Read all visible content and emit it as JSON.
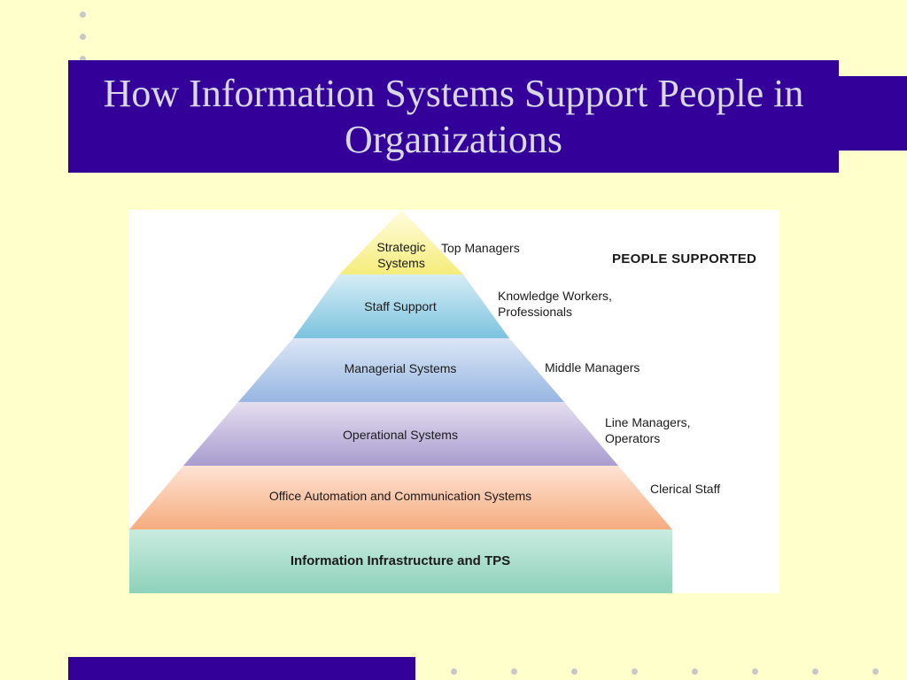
{
  "slide": {
    "title": "How Information Systems Support People in Organizations"
  },
  "diagram": {
    "header": "PEOPLE SUPPORTED",
    "levels": [
      {
        "system": "Strategic Systems",
        "people": "Top Managers",
        "color": "#fbf49c"
      },
      {
        "system": "Staff Support",
        "people": "Knowledge Workers, Professionals",
        "color": "#9ed3e6"
      },
      {
        "system": "Managerial Systems",
        "people": "Middle Managers",
        "color": "#b6cbea"
      },
      {
        "system": "Operational Systems",
        "people": "Line Managers, Operators",
        "color": "#c7bedf"
      },
      {
        "system": "Office Automation and Communication Systems",
        "people": "Clerical Staff",
        "color": "#f9c4a3"
      }
    ],
    "base": {
      "system": "Information Infrastructure and TPS",
      "color": "#a3dccb"
    }
  },
  "colors": {
    "background": "#ffffcc",
    "title_bar": "#330099",
    "title_text": "#d9d9e6",
    "dots": "#c8c8c8"
  }
}
